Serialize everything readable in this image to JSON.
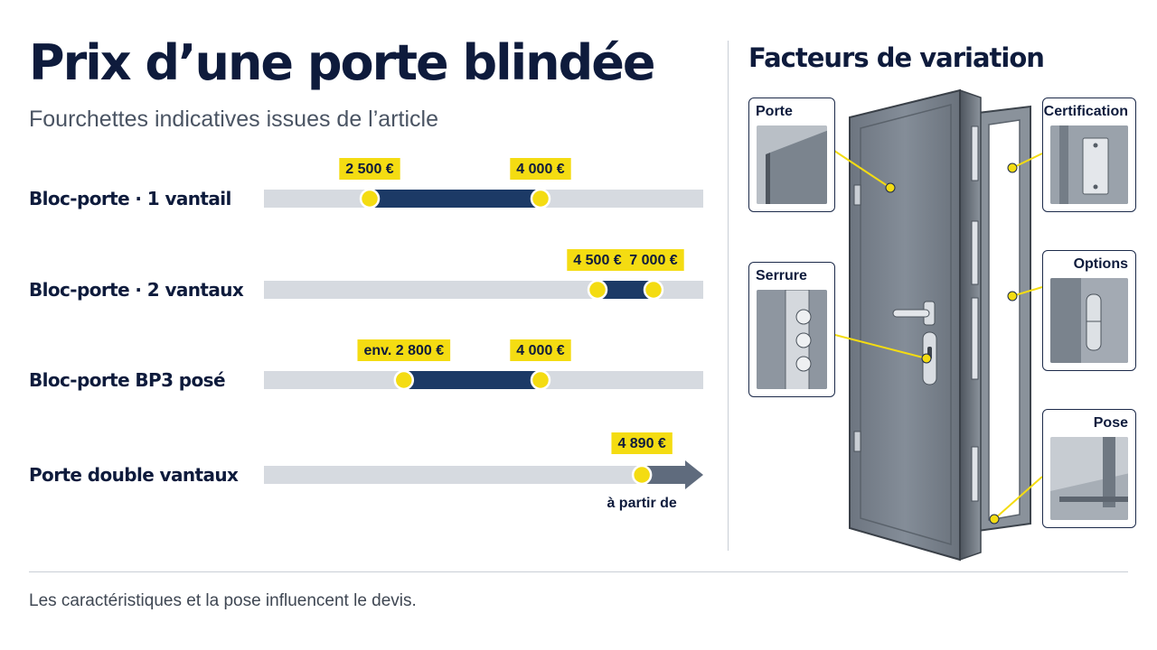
{
  "title": "Prix d’une porte blindée",
  "subtitle": "Fourchettes indicatives issues de l’article",
  "chart_data": {
    "type": "range-bar",
    "title": "Prix d’une porte blindée",
    "subtitle": "Fourchettes indicatives issues de l’article",
    "unit": "€",
    "xlim": [
      1000,
      6000
    ],
    "rows": [
      {
        "label": "Bloc-porte · 1 vantail",
        "low": 2500,
        "high": 4000,
        "low_label": "2 500 €",
        "high_label": "4 000 €"
      },
      {
        "label": "Bloc-porte · 2 vantaux",
        "low": 4500,
        "high": 7000,
        "low_label": "4 500 €",
        "high_label": "7 000 €"
      },
      {
        "label": "Bloc-porte BP3 posé",
        "low": 2800,
        "high": 4000,
        "low_label": "env. 2 800 €",
        "high_label": "4 000 €"
      },
      {
        "label": "Porte double vantaux",
        "from": 4890,
        "from_label": "4 890 €",
        "note": "à partir de"
      }
    ]
  },
  "right_panel": {
    "title": "Facteurs de variation",
    "factors": [
      {
        "label": "Porte"
      },
      {
        "label": "Certification"
      },
      {
        "label": "Serrure"
      },
      {
        "label": "Options"
      },
      {
        "label": "Pose"
      }
    ]
  },
  "footer": "Les caractéristiques et la pose influencent le devis.",
  "colors": {
    "navy": "#1c3a66",
    "track": "#d6dae0",
    "yellow": "#f4dc12",
    "arrow": "#5f6b7d",
    "door": "#7c858f"
  }
}
